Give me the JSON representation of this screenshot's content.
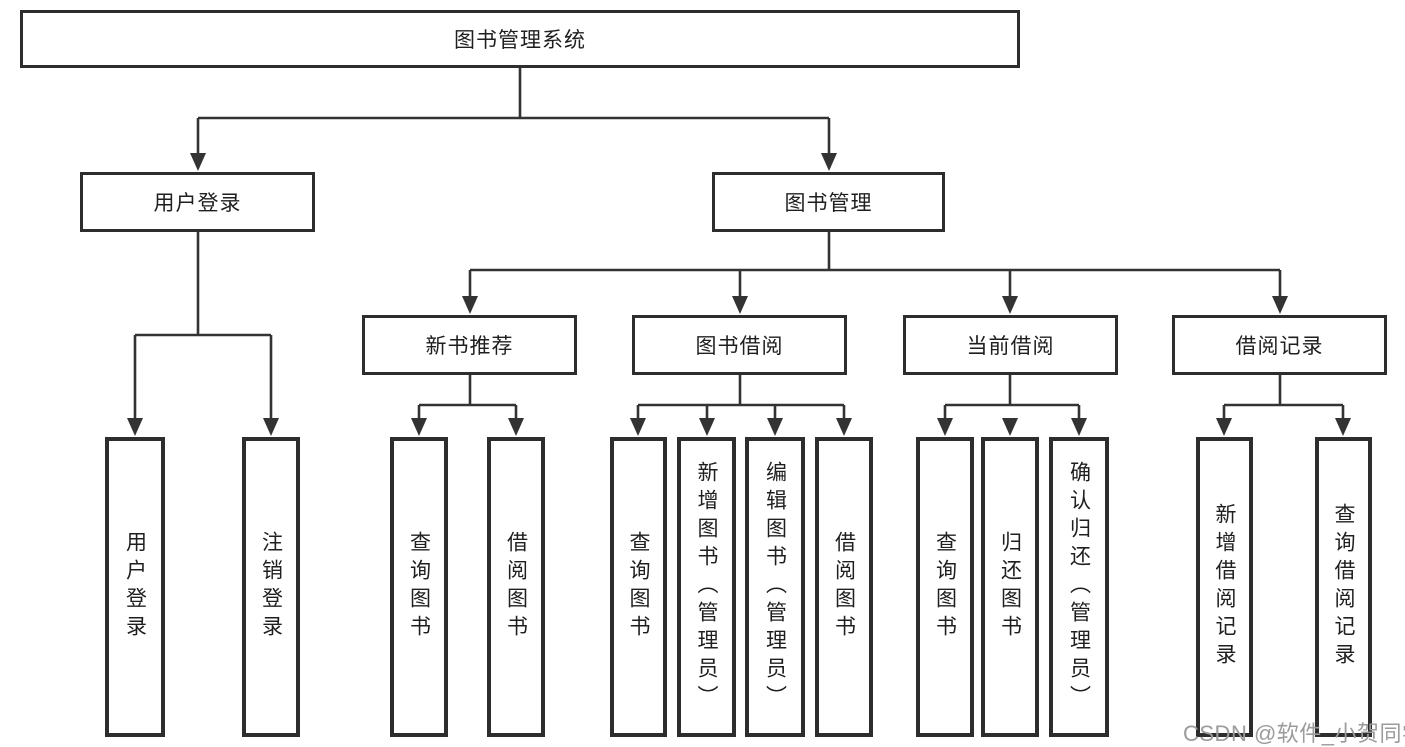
{
  "diagram": {
    "title": "图书管理系统",
    "root": {
      "label": "图书管理系统"
    },
    "level2": [
      {
        "label": "用户登录"
      },
      {
        "label": "图书管理"
      }
    ],
    "level3": [
      {
        "label": "新书推荐",
        "parent": "图书管理"
      },
      {
        "label": "图书借阅",
        "parent": "图书管理"
      },
      {
        "label": "当前借阅",
        "parent": "图书管理"
      },
      {
        "label": "借阅记录",
        "parent": "图书管理"
      }
    ],
    "leaves": [
      {
        "label": "用户登录",
        "parent": "用户登录"
      },
      {
        "label": "注销登录",
        "parent": "用户登录"
      },
      {
        "label": "查询图书",
        "parent": "新书推荐"
      },
      {
        "label": "借阅图书",
        "parent": "新书推荐"
      },
      {
        "label": "查询图书",
        "parent": "图书借阅"
      },
      {
        "label": "新增图书（管理员）",
        "parent": "图书借阅"
      },
      {
        "label": "编辑图书（管理员）",
        "parent": "图书借阅"
      },
      {
        "label": "借阅图书",
        "parent": "图书借阅"
      },
      {
        "label": "查询图书",
        "parent": "当前借阅"
      },
      {
        "label": "归还图书",
        "parent": "当前借阅"
      },
      {
        "label": "确认归还（管理员）",
        "parent": "当前借阅"
      },
      {
        "label": "新增借阅记录",
        "parent": "借阅记录"
      },
      {
        "label": "查询借阅记录",
        "parent": "借阅记录"
      }
    ]
  },
  "watermark": {
    "text": "CSDN @软件_小贺同学",
    "color": "#9b9b9b"
  },
  "colors": {
    "background": "#ffffff",
    "box_border": "#2d2d2d",
    "connector": "#333333",
    "text": "#1f1f1f"
  }
}
